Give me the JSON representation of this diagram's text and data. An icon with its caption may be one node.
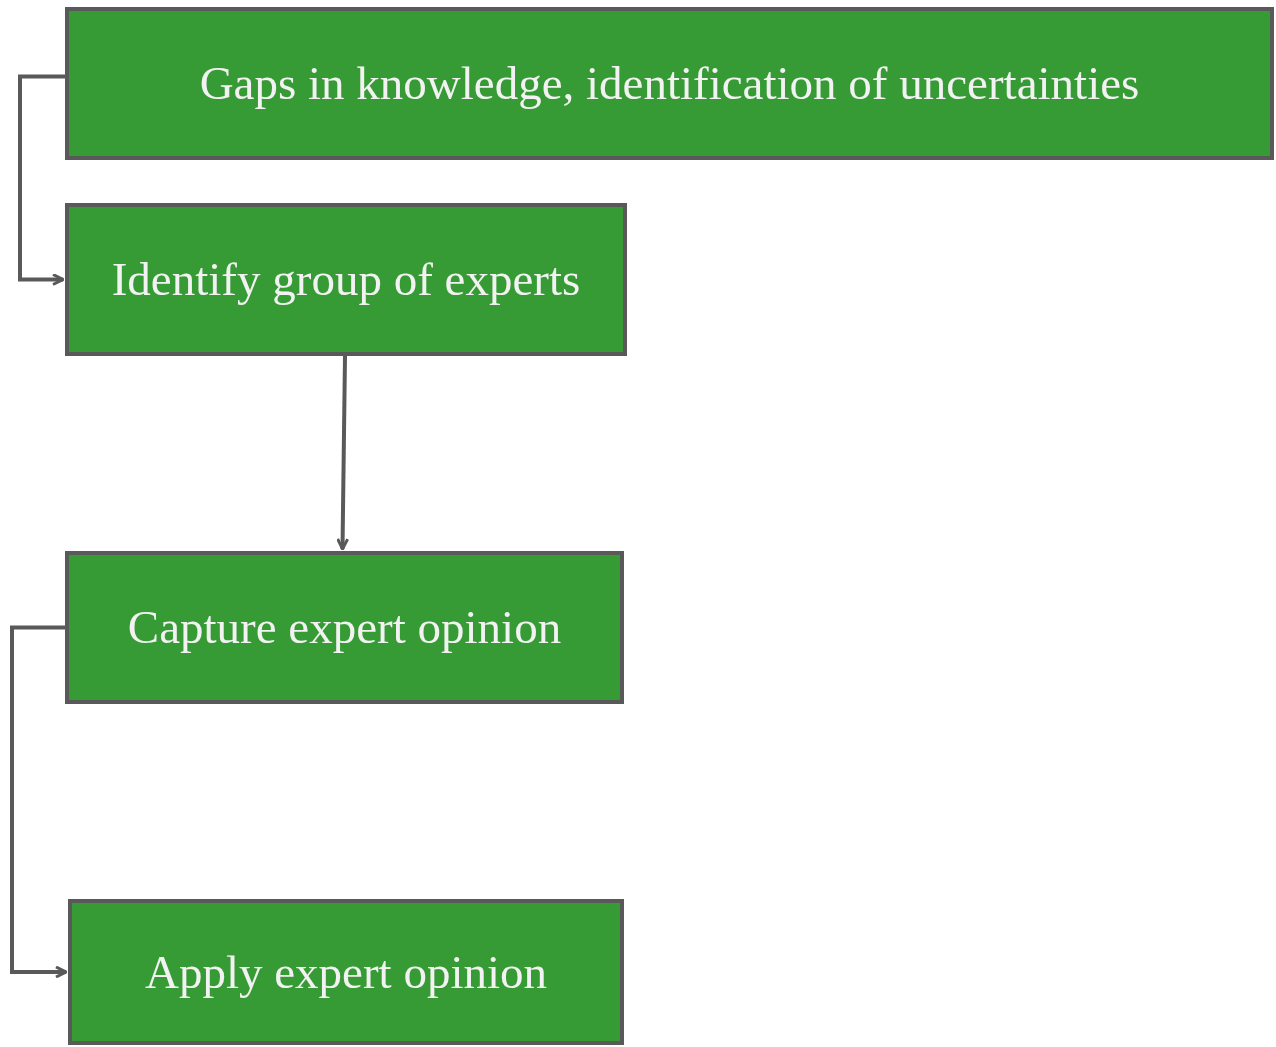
{
  "diagram": {
    "nodes": [
      {
        "text": [
          "Gaps in knowledge, identification of uncertainties"
        ]
      },
      {
        "text": [
          "Identify group of experts"
        ]
      },
      {
        "text": [
          "Capture expert opinion"
        ]
      },
      {
        "text": [
          "Apply expert opinion"
        ]
      }
    ],
    "edges": [
      {
        "from": 0,
        "to": 1,
        "arrow": "to"
      },
      {
        "from": 1,
        "to": 2,
        "arrow": "to"
      },
      {
        "from": 2,
        "to": 3,
        "arrow": "to"
      }
    ]
  }
}
